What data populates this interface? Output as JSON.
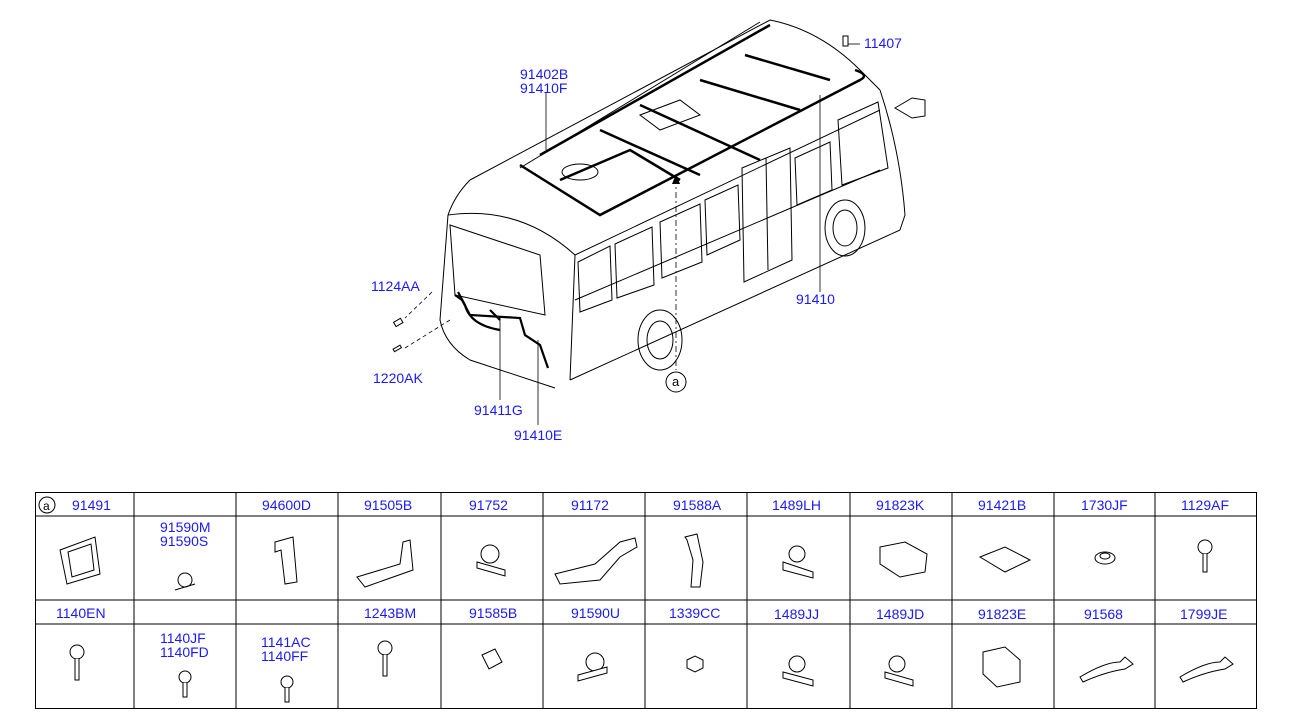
{
  "callouts": {
    "c11407": "11407",
    "c91402B": "91402B",
    "c91410F": "91410F",
    "c1124AA": "1124AA",
    "c1220AK": "1220AK",
    "c91410": "91410",
    "c91411G": "91411G",
    "c91410E": "91410E",
    "ref_a": "a"
  },
  "table": {
    "marker": "a",
    "row1": [
      {
        "code": "91491"
      },
      {
        "code": "",
        "sub": [
          "91590M",
          "91590S"
        ]
      },
      {
        "code": "94600D"
      },
      {
        "code": "91505B"
      },
      {
        "code": "91752"
      },
      {
        "code": "91172"
      },
      {
        "code": "91588A"
      },
      {
        "code": "1489LH"
      },
      {
        "code": "91823K"
      },
      {
        "code": "91421B"
      },
      {
        "code": "1730JF"
      },
      {
        "code": "1129AF"
      }
    ],
    "row2": [
      {
        "code": "1140EN"
      },
      {
        "code": "",
        "sub": [
          "1140JF",
          "1140FD"
        ]
      },
      {
        "code": "",
        "sub": [
          "1141AC",
          "1140FF"
        ]
      },
      {
        "code": "1243BM"
      },
      {
        "code": "91585B"
      },
      {
        "code": "91590U"
      },
      {
        "code": "1339CC"
      },
      {
        "code": "1489JJ"
      },
      {
        "code": "1489JD"
      },
      {
        "code": "91823E"
      },
      {
        "code": "91568"
      },
      {
        "code": "1799JE"
      }
    ]
  }
}
